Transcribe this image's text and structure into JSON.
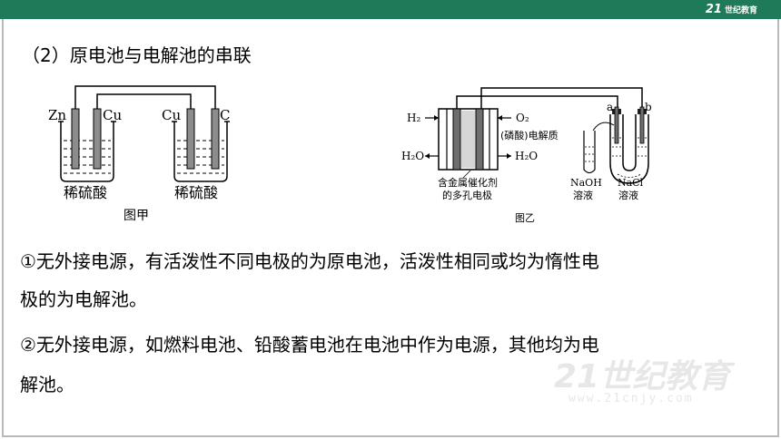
{
  "header": {
    "logo_mark": "21",
    "logo_text": "世纪教育"
  },
  "section": {
    "heading": "（2）原电池与电解池的串联"
  },
  "figure_a": {
    "left_anode": "Zn",
    "left_cathode": "Cu",
    "right_anode": "Cu",
    "right_cathode": "C",
    "left_solution": "稀硫酸",
    "right_solution": "稀硫酸",
    "caption": "图甲"
  },
  "figure_b": {
    "h2": "H₂",
    "o2": "O₂",
    "h2o_left": "H₂O",
    "h2o_right": "H₂O",
    "electrolyte": "(磷酸)电解质",
    "electrode_line1": "含金属催化剂",
    "electrode_line2": "的多孔电极",
    "label_a": "a",
    "label_b": "b",
    "naoh_line1": "NaOH",
    "naoh_line2": "溶液",
    "nacl_line1": "NaCl",
    "nacl_line2": "溶液",
    "caption": "图乙"
  },
  "paragraphs": [
    "①无外接电源，有活泼性不同电极的为原电池，活泼性相同或均为惰性电",
    "极的为电解池。",
    "②无外接电源，如燃料电池、铅酸蓄电池在电池中作为电源，其他均为电",
    "解池。"
  ],
  "watermark": {
    "text": "21世纪教育",
    "url": "www.21cnjy.com"
  },
  "colors": {
    "topbar": "#1f7a5a",
    "frame": "#b9b9b9"
  }
}
